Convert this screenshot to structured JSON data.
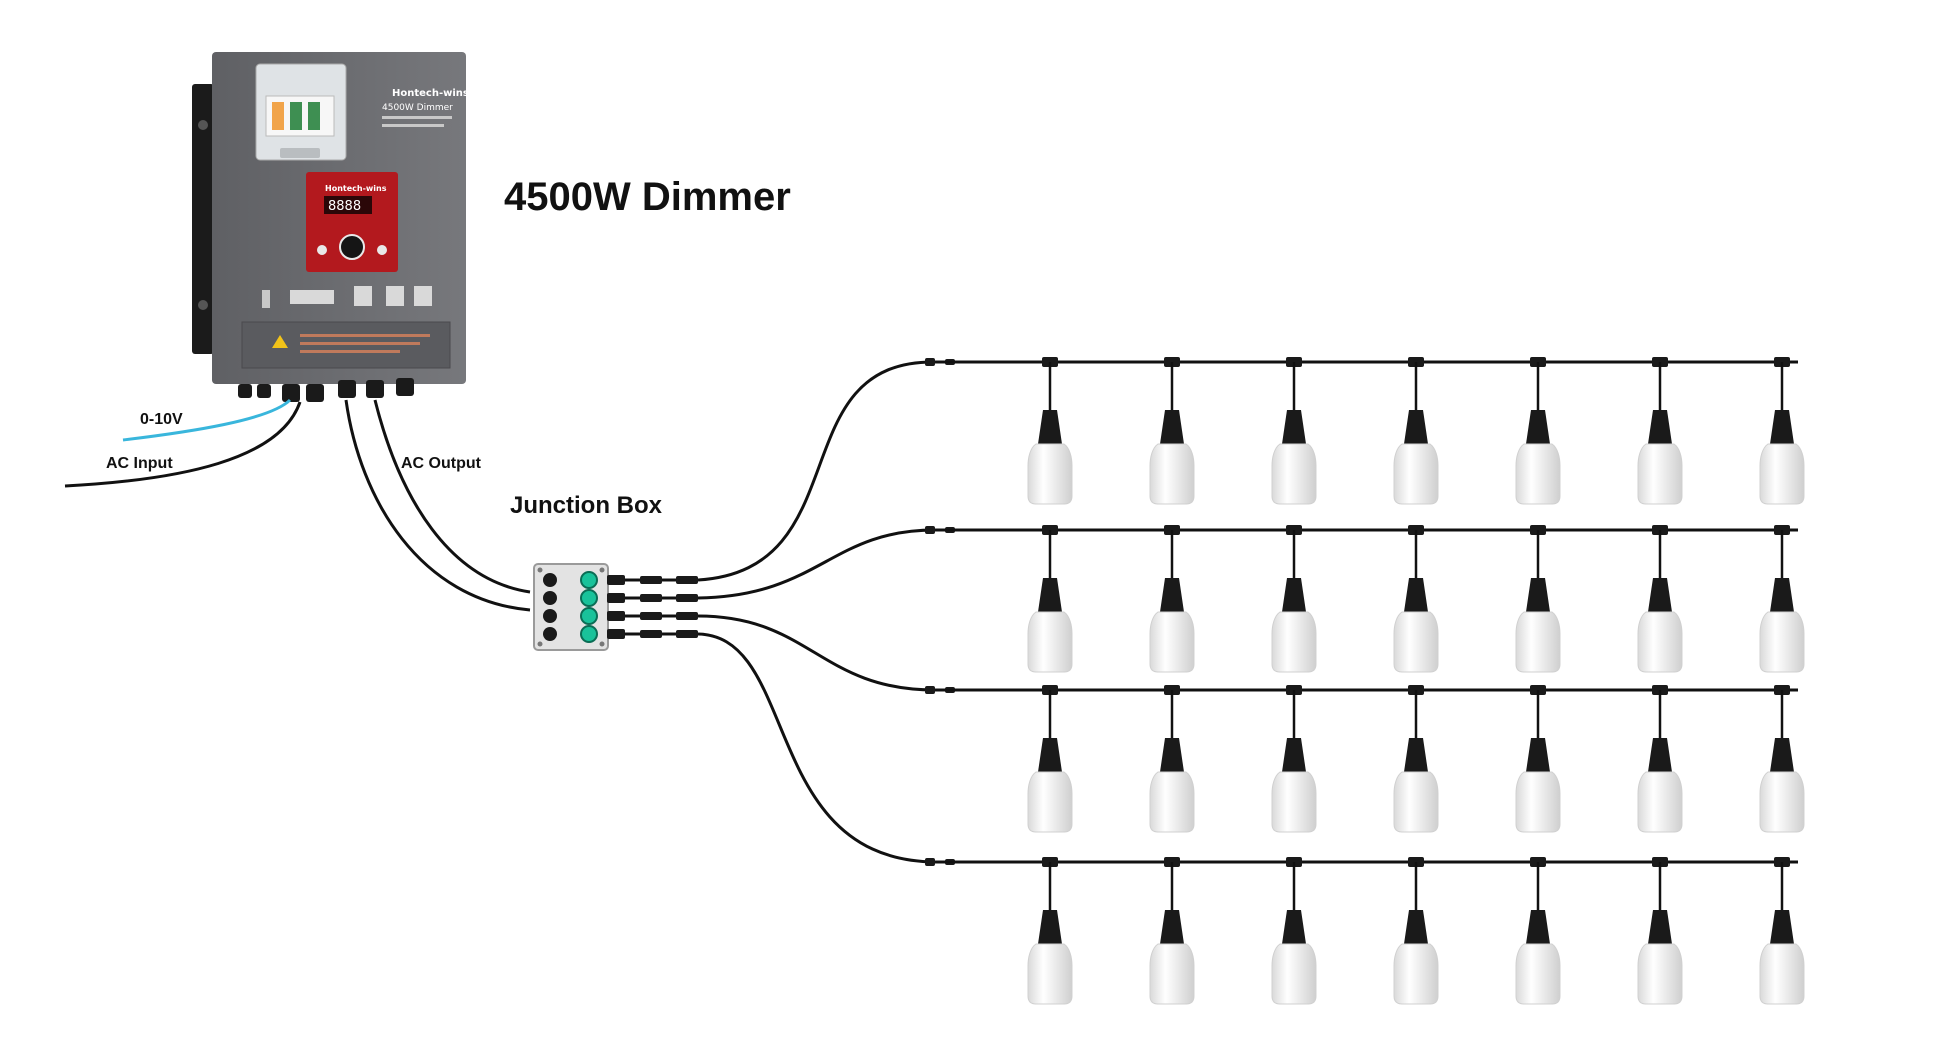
{
  "diagram": {
    "title": "4500W Dimmer",
    "labels": {
      "control": "0-10V",
      "input": "AC Input",
      "output": "AC Output",
      "junction": "Junction Box"
    },
    "device": {
      "brand": "Hontech-wins",
      "model": "4500W Dimmer",
      "display": "8888"
    },
    "strings": 4,
    "bulbs_per_string": 7
  },
  "colors": {
    "cable": "#111111",
    "control_cable": "#39b6dc",
    "panel_gray": "#6e6f73",
    "panel_red": "#b3191e",
    "bulb": "#f4f4f4",
    "socket": "#1a1a1a",
    "indicator": "#19c29a"
  }
}
